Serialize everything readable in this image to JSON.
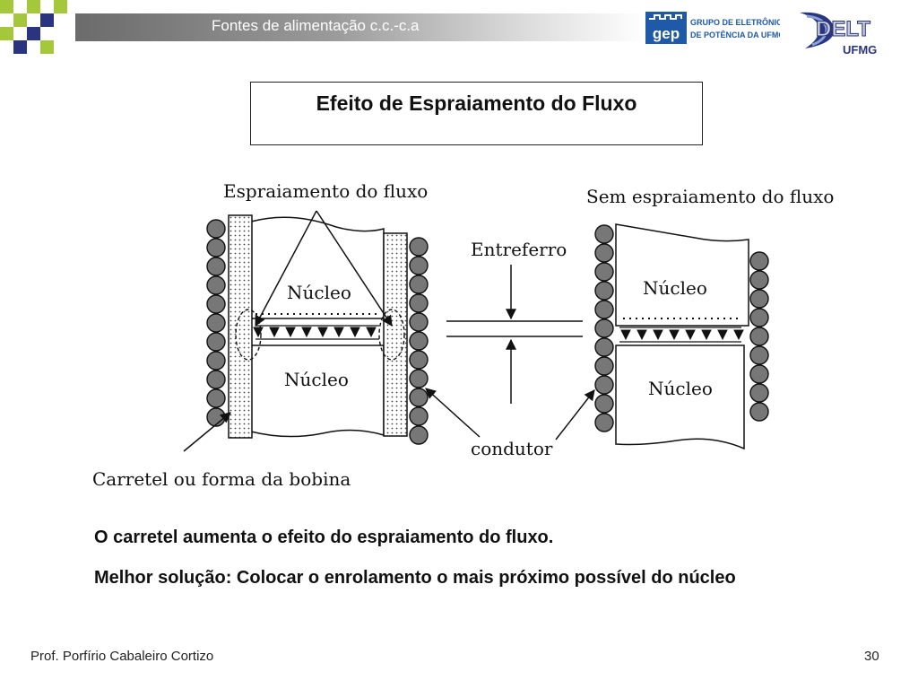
{
  "header": {
    "title": "Fontes de alimentação c.c.-c.a",
    "logo_gep": {
      "mark": "gep",
      "line1": "GRUPO DE ELETRÔNICA",
      "line2": "DE POTÊNCIA DA UFMG"
    },
    "logo_delt": {
      "mark": "DELT",
      "sub": "UFMG"
    }
  },
  "slide": {
    "title": "Efeito de Espraiamento do Fluxo"
  },
  "figure": {
    "label_left": "Espraiamento do fluxo",
    "label_right": "Sem espraiamento do fluxo",
    "nucleo": "Núcleo",
    "entreferro": "Entreferro",
    "condutor": "condutor",
    "carretel": "Carretel ou forma da bobina"
  },
  "body": {
    "line1": "O carretel aumenta o efeito do espraiamento do fluxo.",
    "line2": "Melhor solução: Colocar o enrolamento o mais próximo possível do núcleo"
  },
  "footer": {
    "author": "Prof. Porfírio Cabaleiro Cortizo",
    "page": "30"
  },
  "colors": {
    "checker_green": "#a5c83a",
    "checker_navy": "#2a3580",
    "gep_blue": "#1e5aa8"
  }
}
